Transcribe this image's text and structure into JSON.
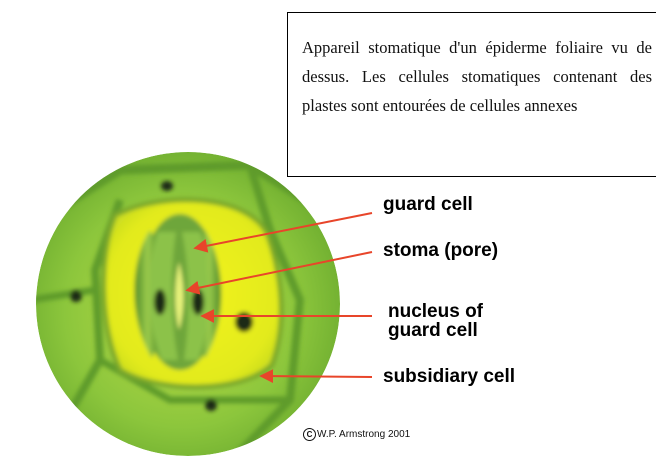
{
  "caption": "Appareil stomatique d'un épiderme foliaire vu de dessus. Les cellules stomatiques contenant des plastes sont entourées de cellules annexes",
  "labels": {
    "guard_cell": "guard cell",
    "stoma": "stoma (pore)",
    "nucleus_line1": "nucleus of",
    "nucleus_line2": "guard cell",
    "subsidiary_cell": "subsidiary cell"
  },
  "credit": {
    "symbol": "C",
    "text": "W.P. Armstrong 2001"
  },
  "colors": {
    "arrow": "#e8452a",
    "cell_green": "#8cc63c",
    "wall_green": "#5f9b2a",
    "subsidiary_yellow": "#e8ee1c",
    "nucleus_dark": "#1c2a14"
  }
}
